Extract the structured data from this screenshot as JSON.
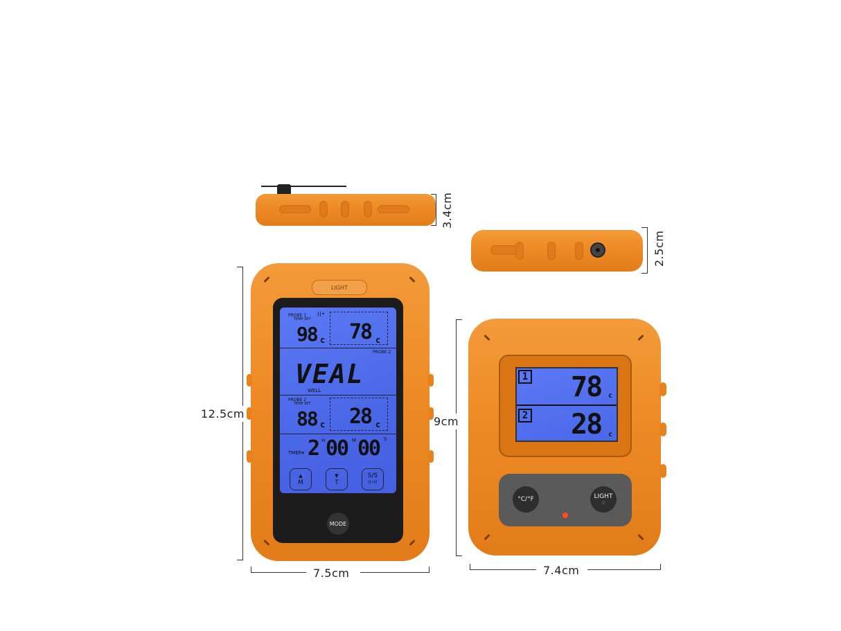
{
  "dimensions": {
    "top_view_thickness": "3.4cm",
    "front_height": "12.5cm",
    "front_width": "7.5cm",
    "side_view_thickness": "2.5cm",
    "receiver_height": "9cm",
    "receiver_width": "7.4cm"
  },
  "main_unit": {
    "light_button": "LIGHT",
    "probe1_label": "PROBE 1",
    "temp_set_label": "TEMP SET",
    "probe1_temp": "98",
    "probe1_set": "78",
    "unit": "c",
    "probe2_top_label": "PROBE 2",
    "meat": "VEAL",
    "doneness": "WELL",
    "probe2_label": "PROBE 2",
    "probe2_temp": "88",
    "probe2_set": "28",
    "timer_label": "TMER▾",
    "timer_hours": "2",
    "timer_minutes": "00",
    "timer_seconds": "00",
    "h": "H",
    "m": "M",
    "s": "S",
    "btn_up": "▲",
    "btn_up_label": "M",
    "btn_down": "▼",
    "btn_down_label": "T",
    "btn_ss": "S/S",
    "btn_ss_sub": "((•))",
    "mode_button": "MODE"
  },
  "receiver": {
    "probe1_index": "1",
    "probe1_temp": "78",
    "probe2_index": "2",
    "probe2_temp": "28",
    "unit": "c",
    "cf_button": "°C/°F",
    "light_button": "LIGHT",
    "light_sub": "♢"
  },
  "colors": {
    "body": "#ee8a25",
    "lcd": "#4f6ff0",
    "panel": "#5a5a5a"
  }
}
